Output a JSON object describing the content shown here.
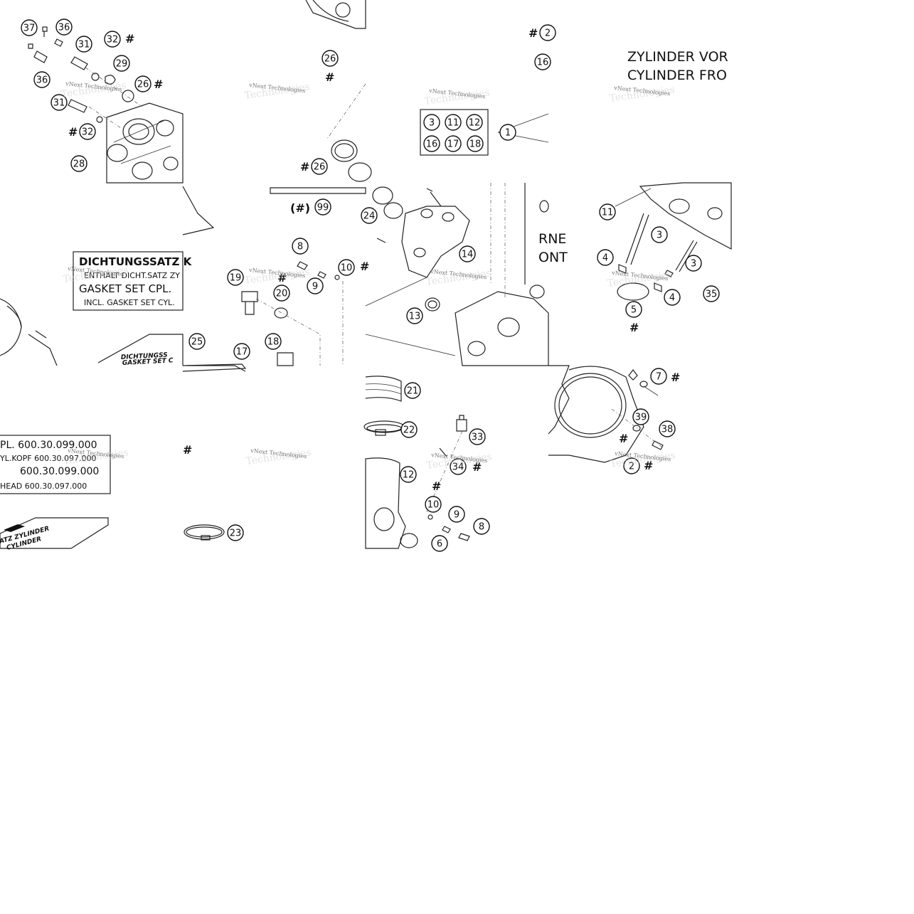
{
  "callouts": {
    "t1": [
      "37",
      "36",
      "31",
      "32",
      "29",
      "36",
      "26",
      "31",
      "32",
      "28"
    ],
    "t2": [
      "26",
      "26"
    ],
    "t3": [
      "2",
      "16",
      "1",
      "3",
      "11",
      "12",
      "16",
      "17",
      "18"
    ],
    "t6": [
      "99",
      "8",
      "19",
      "10",
      "20",
      "9",
      "25",
      "17",
      "18"
    ],
    "t7": [
      "24",
      "14",
      "13"
    ],
    "t8": [
      "11",
      "3",
      "4",
      "3",
      "4",
      "35",
      "5"
    ],
    "t12": [
      "21",
      "22",
      "33",
      "34",
      "12",
      "10",
      "9",
      "8",
      "6"
    ],
    "t13": [
      "7",
      "39",
      "38",
      "2"
    ],
    "t10": [
      "23"
    ]
  },
  "hash_mark": "#",
  "paren_hash": "(#)",
  "labels": {
    "zylinder_vorne": "ZYLINDER VOR",
    "cylinder_front": "CYLINDER FRO",
    "dichtungssatz": "DICHTUNGSSATZ K",
    "enthalt": "ENTHALT DICHT.SATZ ZY",
    "gasket_set": "GASKET SET CPL.",
    "incl_gasket": "INCL. GASKET SET CYL.",
    "box_dichtungs": "DICHTUNGSS",
    "box_gasket": "GASKET SET C",
    "rne": "RNE",
    "ont": "ONT",
    "cpl_num": "PL.  600.30.099.000",
    "kopf_num": "YL.KOPF  600.30.097.000",
    "num_099": "600.30.099.000",
    "head_num": "HEAD  600.30.097.000",
    "satz_zylinder": "ATZ ZYLINDER",
    "cylinder_small": "CYLINDER"
  },
  "watermark": {
    "line1": "vNext Technologies",
    "line2": "Technologies"
  }
}
